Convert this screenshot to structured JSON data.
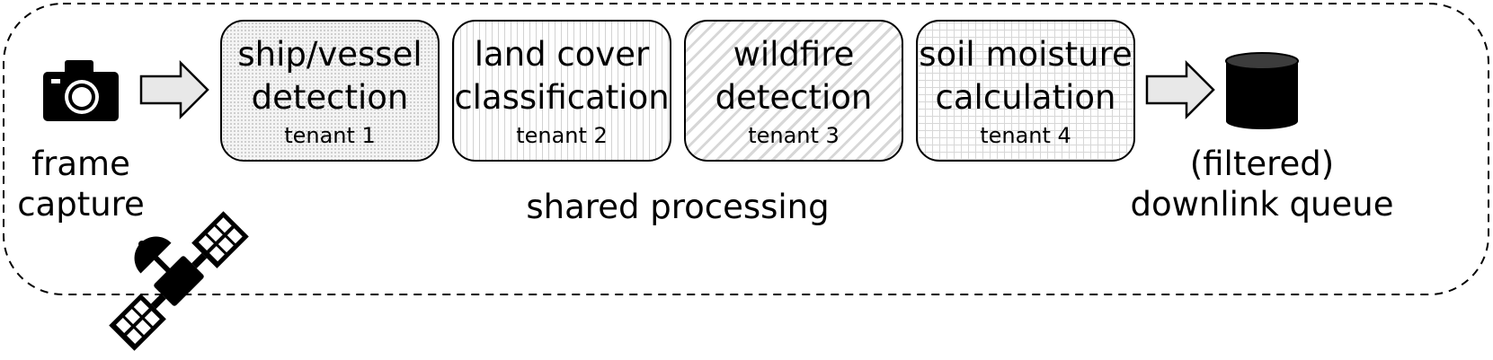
{
  "source": {
    "lines": [
      "frame",
      "capture"
    ],
    "icon": "camera-icon"
  },
  "platform": {
    "icon": "satellite-icon"
  },
  "tasks": [
    {
      "lines": [
        "ship/vessel",
        "detection"
      ],
      "tenant": "tenant 1",
      "pattern": "dots"
    },
    {
      "lines": [
        "land cover",
        "classification"
      ],
      "tenant": "tenant 2",
      "pattern": "vertical-lines"
    },
    {
      "lines": [
        "wildfire",
        "detection"
      ],
      "tenant": "tenant 3",
      "pattern": "diagonal-lines"
    },
    {
      "lines": [
        "soil moisture",
        "calculation"
      ],
      "tenant": "tenant 4",
      "pattern": "grid"
    }
  ],
  "shared_label": "shared processing",
  "sink": {
    "lines": [
      "(filtered)",
      "downlink queue"
    ],
    "icon": "database-icon"
  },
  "colors": {
    "stroke": "#000000",
    "arrow_fill": "#e8e8e8"
  }
}
